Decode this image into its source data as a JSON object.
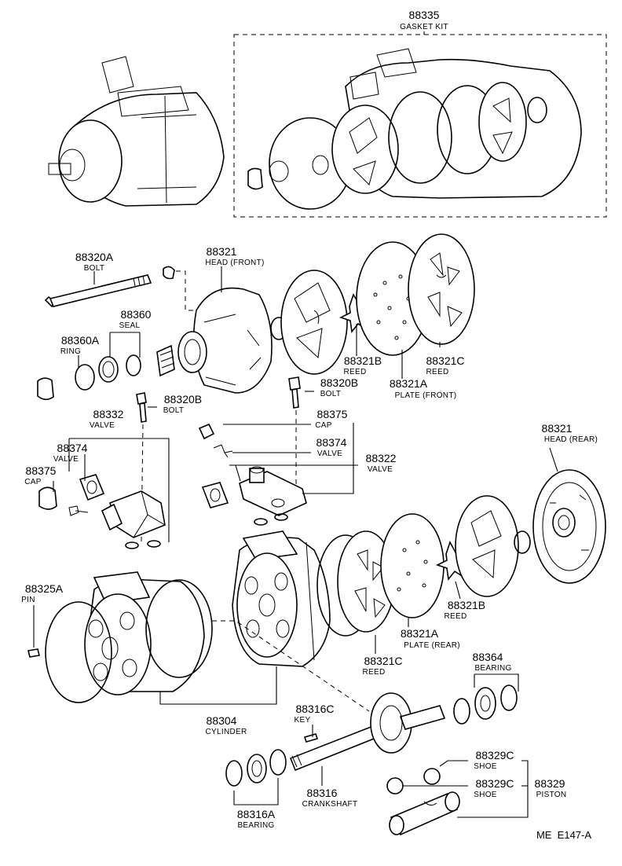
{
  "diagram_code": "ME  E147-A",
  "labels": {
    "gasket_kit": {
      "number": "88335",
      "name": "GASKET KIT"
    },
    "bolt_long": {
      "number": "88320A",
      "name": "BOLT"
    },
    "head_front": {
      "number": "88321",
      "name": "HEAD (FRONT)"
    },
    "seal": {
      "number": "88360",
      "name": "SEAL"
    },
    "ring": {
      "number": "88360A",
      "name": "RING"
    },
    "reed_b_top": {
      "number": "88321B",
      "name": "REED"
    },
    "reed_c_top": {
      "number": "88321C",
      "name": "REED"
    },
    "plate_front": {
      "number": "88321A",
      "name": "PLATE (FRONT)"
    },
    "bolt_mid": {
      "number": "88320B",
      "name": "BOLT"
    },
    "bolt_left": {
      "number": "88320B",
      "name": "BOLT"
    },
    "valve_left": {
      "number": "88332",
      "name": "VALVE"
    },
    "valve_374_left": {
      "number": "88374",
      "name": "VALVE"
    },
    "cap_left": {
      "number": "88375",
      "name": "CAP"
    },
    "cap_mid": {
      "number": "88375",
      "name": "CAP"
    },
    "valve_374_mid": {
      "number": "88374",
      "name": "VALVE"
    },
    "valve_322": {
      "number": "88322",
      "name": "VALVE"
    },
    "head_rear": {
      "number": "88321",
      "name": "HEAD (REAR)"
    },
    "pin": {
      "number": "88325A",
      "name": "PIN"
    },
    "reed_b_bottom": {
      "number": "88321B",
      "name": "REED"
    },
    "plate_rear": {
      "number": "88321A",
      "name": "PLATE (REAR)"
    },
    "reed_c_bottom": {
      "number": "88321C",
      "name": "REED"
    },
    "bearing_right": {
      "number": "88364",
      "name": "BEARING"
    },
    "cylinder": {
      "number": "88304",
      "name": "CYLINDER"
    },
    "key": {
      "number": "88316C",
      "name": "KEY"
    },
    "shoe_top": {
      "number": "88329C",
      "name": "SHOE"
    },
    "shoe_bottom": {
      "number": "88329C",
      "name": "SHOE"
    },
    "piston": {
      "number": "88329",
      "name": "PISTON"
    },
    "crankshaft": {
      "number": "88316",
      "name": "CRANKSHAFT"
    },
    "bearing_bottom": {
      "number": "88316A",
      "name": "BEARING"
    }
  }
}
